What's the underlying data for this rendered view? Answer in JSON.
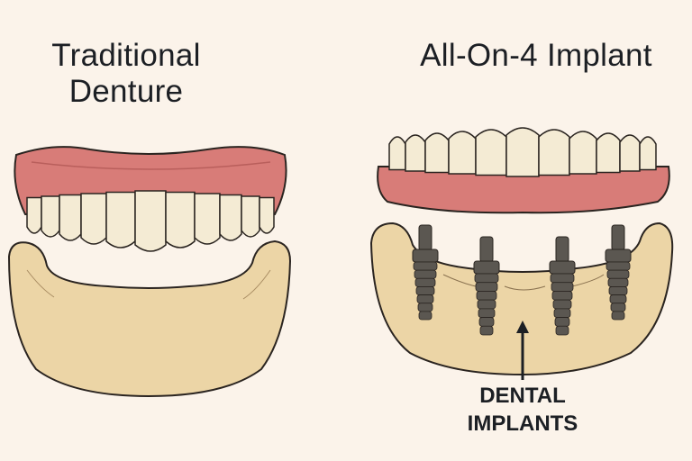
{
  "left_panel": {
    "title_line1": "Traditional",
    "title_line2": "Denture"
  },
  "right_panel": {
    "title": "All-On-4 Implant",
    "label_line1": "DENTAL",
    "label_line2": "IMPLANTS"
  },
  "colors": {
    "background": "#fbf3ea",
    "gum": "#d87c78",
    "tooth": "#f4ebd4",
    "bone": "#ecd5a6",
    "implant": "#5b5751",
    "outline": "#2a2420"
  }
}
